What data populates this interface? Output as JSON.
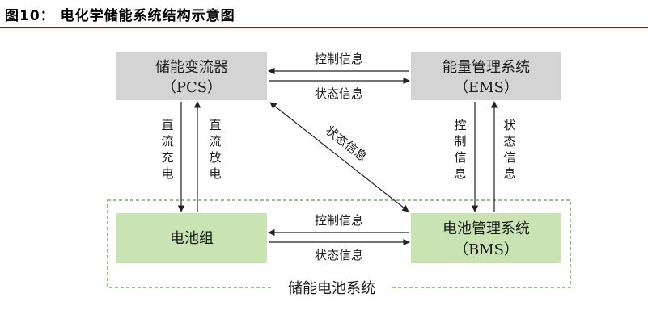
{
  "figure": {
    "title": "图10：  电化学储能系统结构示意图"
  },
  "nodes": {
    "pcs": {
      "line1": "储能变流器",
      "line2": "（PCS）"
    },
    "ems": {
      "line1": "能量管理系统",
      "line2": "（EMS）"
    },
    "battery": {
      "line1": "电池组"
    },
    "bms": {
      "line1": "电池管理系统",
      "line2": "（BMS）"
    }
  },
  "group": {
    "label": "储能电池系统"
  },
  "edges": {
    "pcs_ems_top": "控制信息",
    "pcs_ems_bottom": "状态信息",
    "battery_bms_top": "控制信息",
    "battery_bms_bottom": "状态信息",
    "diagonal": "状态信息",
    "charge": [
      "直",
      "流",
      "充",
      "电"
    ],
    "discharge": [
      "直",
      "流",
      "放",
      "电"
    ],
    "ems_control": [
      "控",
      "制",
      "信",
      "息"
    ],
    "ems_status": [
      "状",
      "态",
      "信",
      "息"
    ]
  },
  "colors": {
    "gray_box": "#d4d4d4",
    "green_box": "#c9e3b3",
    "group_border": "#5a9a3a",
    "title_rule": "#8b1a1a"
  }
}
